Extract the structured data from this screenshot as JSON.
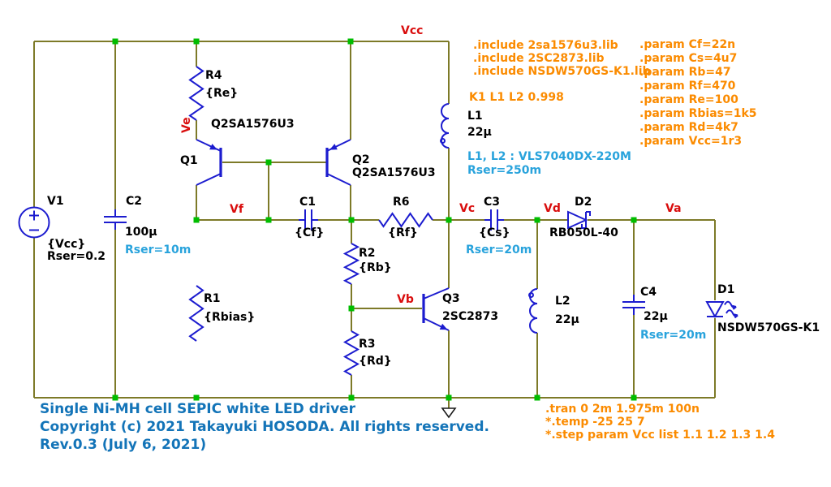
{
  "schematic": {
    "title_block": {
      "line1": "Single Ni-MH cell SEPIC white LED driver",
      "line2": "Copyright (c) 2021 Takayuki HOSODA. All rights reserved.",
      "line3": "Rev.0.3 (July 6, 2021)"
    },
    "net_labels": {
      "vcc": "Vcc",
      "ve": "Ve",
      "vf": "Vf",
      "vb": "Vb",
      "vc": "Vc",
      "vd": "Vd",
      "va": "Va"
    },
    "directives": {
      "includes": [
        ".include 2sa1576u3.lib",
        ".include 2SC2873.lib",
        ".include NSDW570GS-K1.lib"
      ],
      "coupling": "K1 L1 L2 0.998",
      "params": [
        ".param Cf=22n",
        ".param Cs=4u7",
        ".param Rb=47",
        ".param Rf=470",
        ".param Re=100",
        ".param Rbias=1k5",
        ".param Rd=4k7",
        ".param Vcc=1r3"
      ],
      "analysis": [
        ".tran 0 2m 1.975m 100n",
        "*.temp -25 25 7",
        "*.step param Vcc list 1.1 1.2 1.3 1.4"
      ]
    },
    "notes": {
      "inductors_model": "L1, L2 : VLS7040DX-220M",
      "inductors_rser": "Rser=250m"
    },
    "components": {
      "v1": {
        "name": "V1",
        "value": "{Vcc}",
        "note": "Rser=0.2"
      },
      "c2": {
        "name": "C2",
        "value": "100µ",
        "note": "Rser=10m"
      },
      "r4": {
        "name": "R4",
        "value": "{Re}"
      },
      "r1": {
        "name": "R1",
        "value": "{Rbias}"
      },
      "q1": {
        "name": "Q1",
        "model": "Q2SA1576U3"
      },
      "q2": {
        "name": "Q2",
        "model": "Q2SA1576U3"
      },
      "q3": {
        "name": "Q3",
        "model": "2SC2873"
      },
      "c1": {
        "name": "C1",
        "value": "{Cf}"
      },
      "r2": {
        "name": "R2",
        "value": "{Rb}"
      },
      "r3": {
        "name": "R3",
        "value": "{Rd}"
      },
      "r6": {
        "name": "R6",
        "value": "{Rf}"
      },
      "l1": {
        "name": "L1",
        "value": "22µ"
      },
      "l2": {
        "name": "L2",
        "value": "22µ"
      },
      "c3": {
        "name": "C3",
        "value": "{Cs}",
        "note": "Rser=20m"
      },
      "c4": {
        "name": "C4",
        "value": "22µ",
        "note": "Rser=20m"
      },
      "d2": {
        "name": "D2",
        "model": "RB050L-40"
      },
      "d1": {
        "name": "D1",
        "model": "NSDW570GS-K1"
      }
    },
    "colors": {
      "wire": "#7d7a28",
      "symbol": "#1c1ccf",
      "junction": "#00bd00",
      "net-label": "#d90d0d",
      "directive": "#fb8b00",
      "note": "#29a3dc",
      "title": "#1374b8",
      "label": "#000000",
      "background": "#ffffff"
    }
  }
}
